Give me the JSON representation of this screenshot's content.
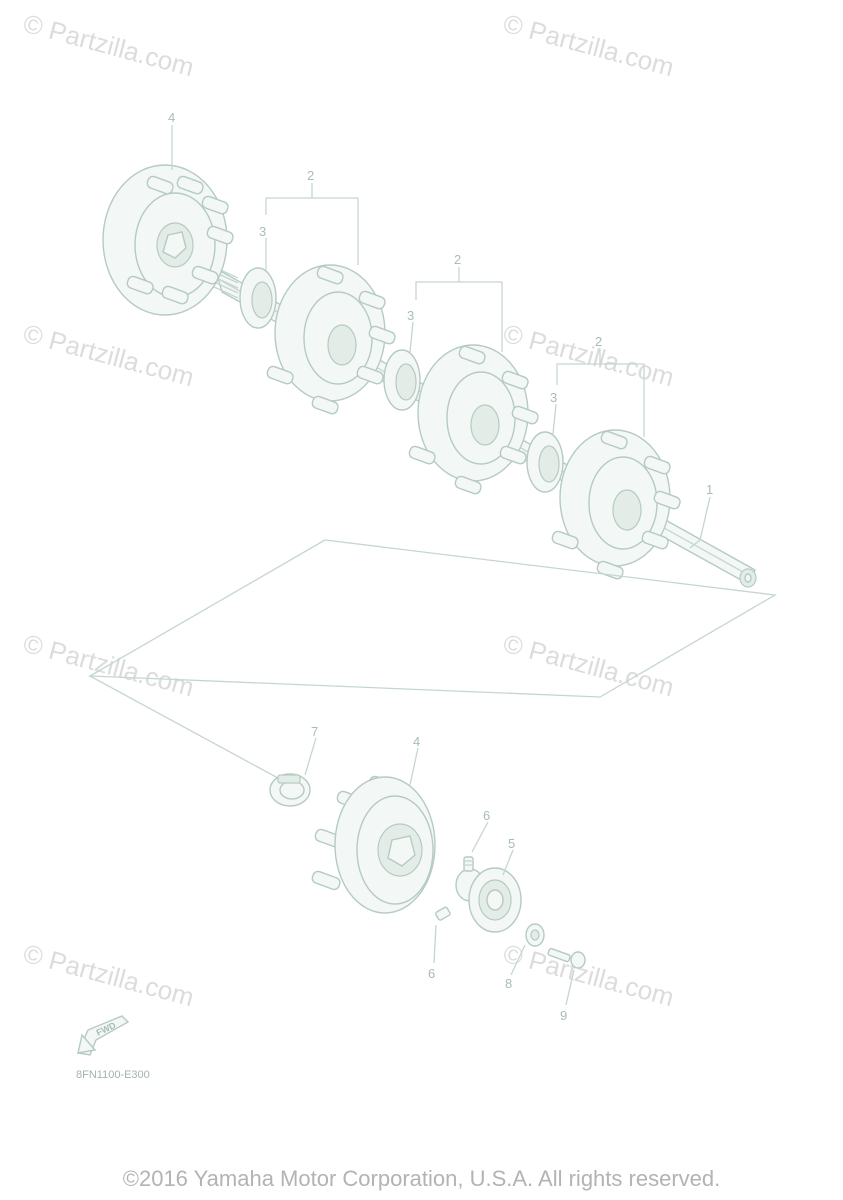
{
  "watermarks": [
    "© Partzilla.com",
    "© Partzilla.com",
    "© Partzilla.com",
    "© Partzilla.com",
    "© Partzilla.com",
    "© Partzilla.com",
    "© Partzilla.com",
    "© Partzilla.com"
  ],
  "callouts": {
    "shaft": "1",
    "sprocket_set_a": "2",
    "sprocket_set_b": "2",
    "sprocket_set_c": "2",
    "spacer_a": "3",
    "spacer_b": "3",
    "spacer_c": "3",
    "sprocket_top": "4",
    "sprocket_bottom": "4",
    "bearing": "5",
    "screw_top": "6",
    "screw_bottom": "6",
    "clamp": "7",
    "washer": "8",
    "bolt": "9"
  },
  "fwd_label": "FWD",
  "diagram_code": "8FN1100-E300",
  "copyright": "©2016 Yamaha Motor Corporation, U.S.A. All rights reserved.",
  "colors": {
    "line": "#c5d6cf",
    "label": "#a8bdb4",
    "watermark": "#dcdcdc"
  }
}
